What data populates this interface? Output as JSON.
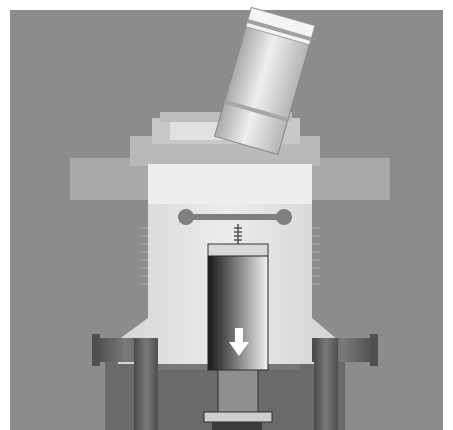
{
  "diagram": {
    "colors": {
      "frame": "#ffffff",
      "background": "#8c8c8c",
      "body": "#e4e4e4",
      "flange": "#aaaaaa",
      "collar": "#c8c8c8",
      "pipe": "#5f5f5f",
      "base": "#6c6c6c",
      "slot": "#7f7f7f",
      "cylinder_dark": "#161616",
      "cylinder_light": "#f2f2f2",
      "arrow": "#ffffff"
    },
    "parts": {
      "tilted_tube": "tilted-tube",
      "top_collar": "top-collar",
      "upper_flange": "upper-flange",
      "main_housing": "main-housing",
      "slot": "horizontal-slot",
      "spring": "threaded-spring",
      "cylinder": "gradient-cylinder",
      "down_arrow": "down-arrow-icon",
      "left_pipe": "left-elbow-pipe",
      "right_pipe": "right-elbow-pipe",
      "lower_base": "lower-base"
    }
  }
}
